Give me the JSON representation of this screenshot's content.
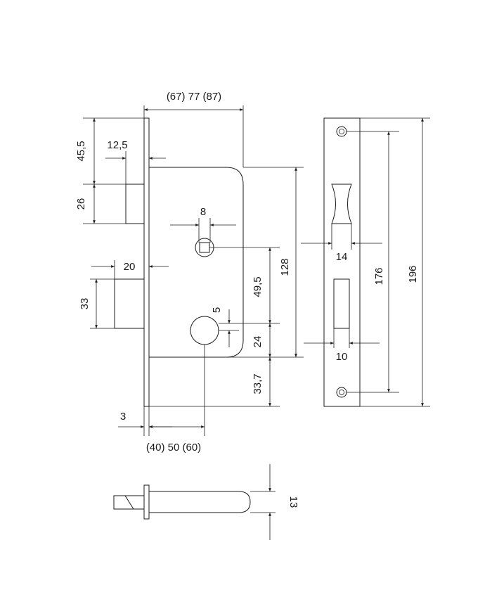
{
  "diagram": {
    "case_width": "(67) 77 (87)",
    "latch_from_top": "45,5",
    "latch_protrusion": "12,5",
    "latch_height": "26",
    "bolt_protrusion": "20",
    "bolt_height": "33",
    "spindle_size": "8",
    "spindle_to_key": "49,5",
    "case_height": "128",
    "key_offset": "5",
    "key_lower": "24",
    "bottom_offset": "33,7",
    "faceplate_thickness": "3",
    "backset": "(40) 50 (60)",
    "latch_opening_width": "14",
    "bolt_opening_width": "10",
    "screw_spacing": "176",
    "faceplate_height": "196",
    "bolt_depth": "13"
  },
  "colors": {
    "line": "#1a1a1a",
    "background": "#ffffff"
  }
}
